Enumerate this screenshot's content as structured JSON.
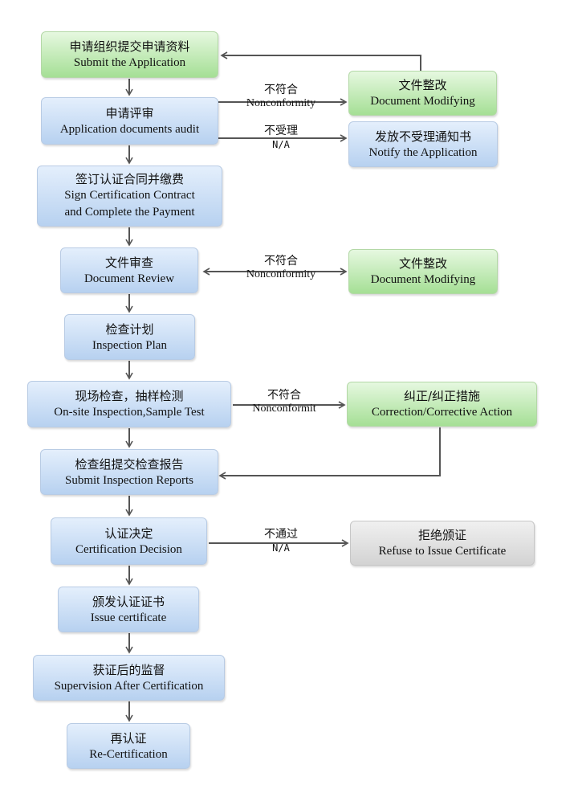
{
  "colors": {
    "blue": "#b7d1f0",
    "green": "#a5df95",
    "gray": "#d3d3d3",
    "arrow": "#555555"
  },
  "steps": [
    {
      "zh": "申请组织提交申请资料",
      "en": "Submit the Application"
    },
    {
      "zh": "申请评审",
      "en": "Application documents audit"
    },
    {
      "zh": "签订认证合同并缴费",
      "en": "Sign Certification Contract",
      "en2": "and Complete the Payment"
    },
    {
      "zh": "文件审查",
      "en": "Document Review"
    },
    {
      "zh": "检查计划",
      "en": "Inspection Plan"
    },
    {
      "zh": "现场检查，抽样检测",
      "en": "On-site Inspection,Sample Test"
    },
    {
      "zh": "检查组提交检查报告",
      "en": "Submit Inspection Reports"
    },
    {
      "zh": "认证决定",
      "en": "Certification Decision"
    },
    {
      "zh": "颁发认证证书",
      "en": "Issue certificate"
    },
    {
      "zh": "获证后的监督",
      "en": "Supervision After Certification"
    },
    {
      "zh": "再认证",
      "en": "Re-Certification"
    }
  ],
  "side_boxes": {
    "modify1": {
      "zh": "文件整改",
      "en": "Document Modifying"
    },
    "notify": {
      "zh": "发放不受理通知书",
      "en": "Notify the Application"
    },
    "modify2": {
      "zh": "文件整改",
      "en": "Document Modifying"
    },
    "correction": {
      "zh": "纠正/纠正措施",
      "en": "Correction/Corrective Action"
    },
    "refuse": {
      "zh": "拒绝颁证",
      "en": "Refuse to Issue Certificate"
    }
  },
  "edge_labels": {
    "audit_nonconf": {
      "zh": "不符合",
      "en": "Nonconformity"
    },
    "audit_na": {
      "zh": "不受理",
      "en": "N/A"
    },
    "review_nonconf": {
      "zh": "不符合",
      "en": "Nonconformity"
    },
    "onsite_nonconf": {
      "zh": "不符合",
      "en": "Nonconformit"
    },
    "decision_na": {
      "zh": "不通过",
      "en": "N/A"
    }
  }
}
